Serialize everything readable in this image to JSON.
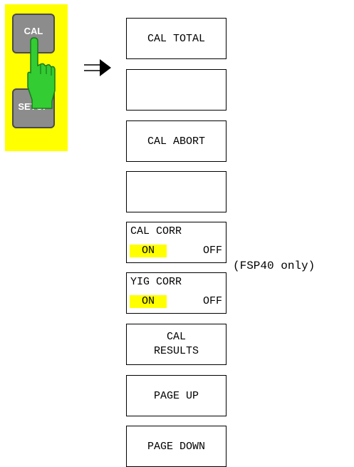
{
  "hardkeys": {
    "cal_label": "CAL",
    "setup_label": "SETUP",
    "panel_color": "#ffff00",
    "key_color": "#8c8c8c",
    "hand_color": "#33cc33"
  },
  "softkeys": [
    {
      "label": "CAL TOTAL"
    },
    {
      "label": ""
    },
    {
      "label": "CAL ABORT"
    },
    {
      "label": ""
    },
    {
      "label": "CAL CORR",
      "on": "ON",
      "off": "OFF"
    },
    {
      "label": "YIG CORR",
      "on": "ON",
      "off": "OFF"
    },
    {
      "label_line1": "CAL",
      "label_line2": "RESULTS"
    },
    {
      "label": "PAGE UP"
    },
    {
      "label": "PAGE DOWN"
    }
  ],
  "notes": {
    "yig_note": "(FSP40 only)"
  }
}
